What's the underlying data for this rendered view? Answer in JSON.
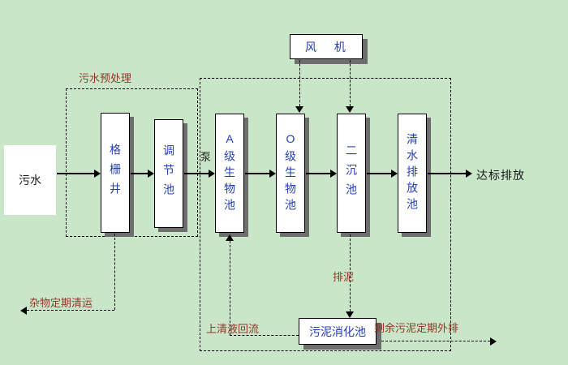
{
  "palette": {
    "background": "#c9e6c9",
    "box_fill": "#ffffff",
    "line_black": "#000000",
    "shadow_gray": "#6e6e6e",
    "node_label_blue": "#2440b3",
    "annotation_red": "#943527",
    "text_black": "#1a1a1a"
  },
  "nodes": {
    "influent": {
      "label": "污水"
    },
    "grid_well": {
      "label": "格栅井"
    },
    "regulating_tank": {
      "label": "调节池"
    },
    "a_bio_tank": {
      "label": "A级生物池"
    },
    "o_bio_tank": {
      "label": "O级生物池"
    },
    "secondary_clarifier": {
      "label": "二沉池"
    },
    "clear_water_tank": {
      "label": "清水排放池"
    },
    "blower": {
      "label": "风 机"
    },
    "sludge_digester": {
      "label": "污泥消化池"
    }
  },
  "annotations": {
    "pretreatment_group": "污水预处理",
    "pump": "泵",
    "effluent": "达标排放",
    "debris_removal": "杂物定期清运",
    "supernatant_return": "上清液回流",
    "sludge_discharge": "排泥",
    "excess_sludge_out": "剩余污泥定期外排"
  },
  "edges": [
    "污水 → 格栅井",
    "格栅井 → 调节池",
    "调节池 → (泵) → A级生物池",
    "A级生物池 → O级生物池",
    "O级生物池 → 二沉池",
    "二沉池 → 清水排放池",
    "清水排放池 → 达标排放",
    "风机 ⇢ O级生物池 (虚线)",
    "风机 ⇢ 二沉池 (虚线)",
    "二沉池 ⇢ 排泥 ⇢ 污泥消化池 (虚线)",
    "污泥消化池 ⇢ 上清液回流 ⇢ A级生物池 (虚线)",
    "污泥消化池 ⇢ 剩余污泥定期外排 (虚线)",
    "格栅井 ⇢ 杂物定期清运 (虚线)"
  ]
}
